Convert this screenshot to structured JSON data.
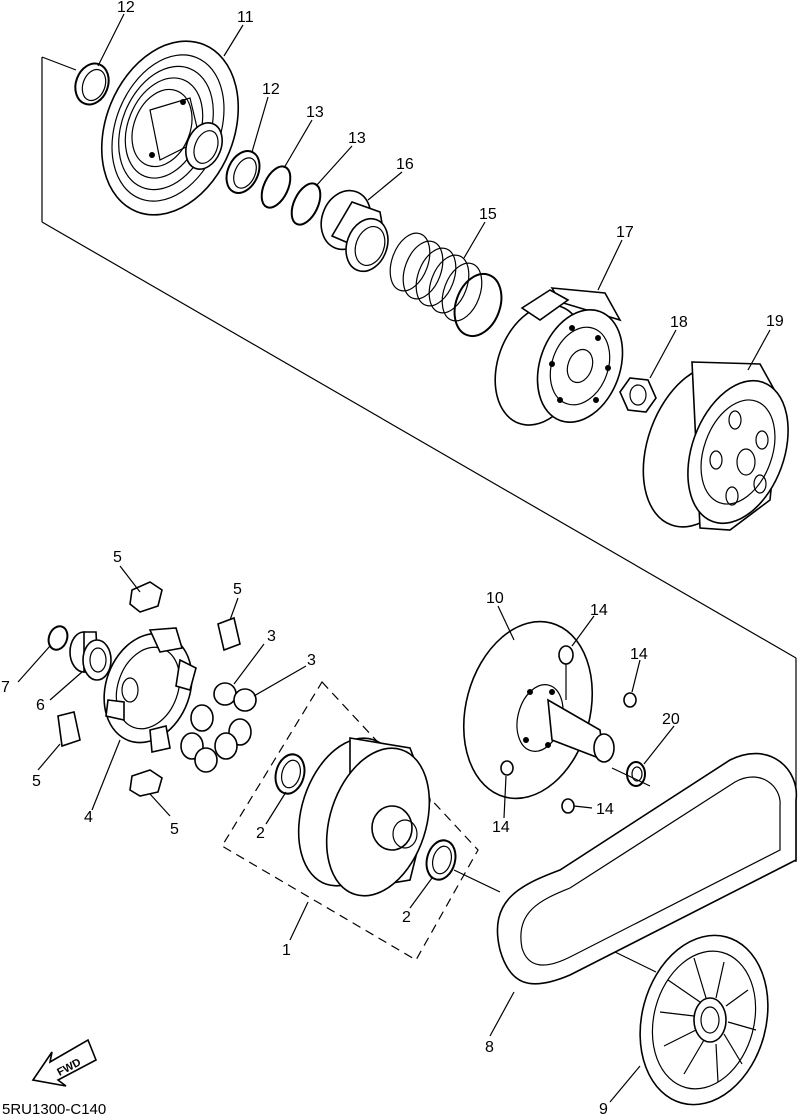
{
  "diagram_code": "5RU1300-C140",
  "fwd_label": "FWD",
  "callouts": {
    "c1": "1",
    "c2a": "2",
    "c2b": "2",
    "c3a": "3",
    "c3b": "3",
    "c4": "4",
    "c5a": "5",
    "c5b": "5",
    "c5c": "5",
    "c5d": "5",
    "c6": "6",
    "c7": "7",
    "c8": "8",
    "c9": "9",
    "c10": "10",
    "c11": "11",
    "c12a": "12",
    "c12b": "12",
    "c13a": "13",
    "c13b": "13",
    "c14a": "14",
    "c14b": "14",
    "c14c": "14",
    "c14d": "14",
    "c15": "15",
    "c16": "16",
    "c17": "17",
    "c18": "18",
    "c19": "19",
    "c20": "20"
  }
}
